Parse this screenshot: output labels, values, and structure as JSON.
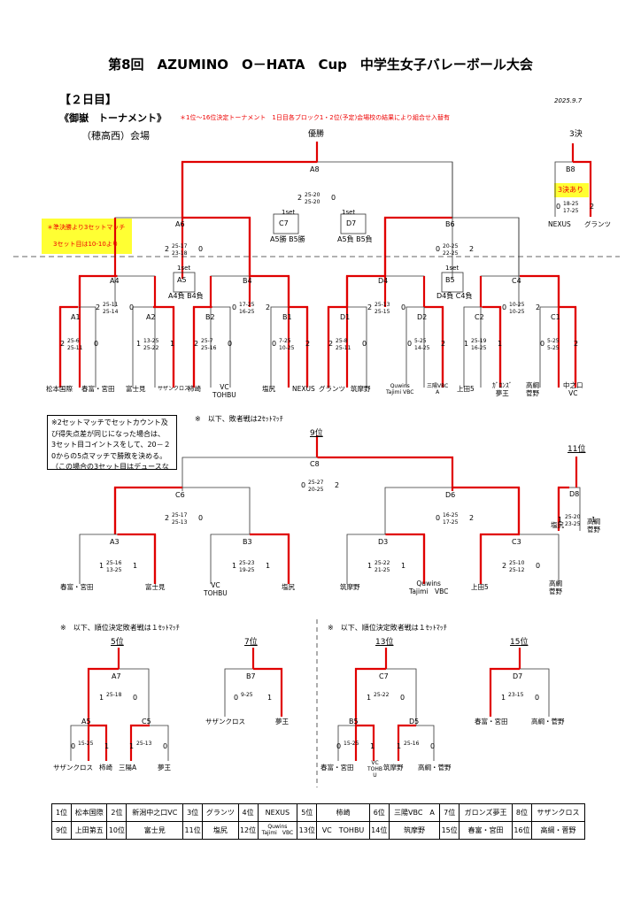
{
  "header": {
    "title": "第8回　AZUMINO　O－HATA　Cup　中学生女子バレーボール大会",
    "day": "【２日目】",
    "date": "2025.9.7",
    "section": "《御嶽　トーナメント》",
    "note": "＊1位～16位決定トーナメント　1日目各ブロック1・2位(予定)会場校の結果により組合せ入替有",
    "venue": "（穂高西）会場"
  },
  "yellow_note": {
    "line1": "＊準決勝より3セットマッチ",
    "line2": "3セット目は10-10より"
  },
  "explanation": "※2セットマッチでセットカウント及\nび得失点差が同じになった場合は、\n3セット目コイントスをして、20－２\n0からの5点マッチで勝敗を決める。\n（この場合の3セット目はデュースな",
  "labels": [
    {
      "id": "lbl-champ",
      "text": "優勝"
    },
    {
      "id": "lbl-3rd",
      "text": "3決"
    },
    {
      "id": "lbl-9th",
      "text": "9位"
    },
    {
      "id": "lbl-11th",
      "text": "11位"
    },
    {
      "id": "lbl-5th",
      "text": "5位"
    },
    {
      "id": "lbl-7th",
      "text": "7位"
    },
    {
      "id": "lbl-13th",
      "text": "13位"
    },
    {
      "id": "lbl-15th",
      "text": "15位"
    },
    {
      "id": "lbl-loser2",
      "text": "※　以下、敗者戦は2ｾｯﾄﾏｯﾁ"
    },
    {
      "id": "lbl-rank1",
      "text": "※　以下、順位決定敗者戦は１ｾｯﾄﾏｯﾁ"
    },
    {
      "id": "lbl-rank2",
      "text": "※　以下、順位決定敗者戦は１ｾｯﾄﾏｯﾁ"
    },
    {
      "id": "lbl-1set-a",
      "text": "1set"
    },
    {
      "id": "lbl-1set-b",
      "text": "1set"
    },
    {
      "id": "lbl-1set-c",
      "text": "1set"
    },
    {
      "id": "lbl-1set-d",
      "text": "1set"
    },
    {
      "id": "lbl-b8flag",
      "text": "3決あり"
    }
  ],
  "matches": [
    {
      "id": "A8",
      "label": "A8",
      "left": "2",
      "right": "0",
      "scores": [
        "25-20",
        "25-20"
      ]
    },
    {
      "id": "B8",
      "label": "B8",
      "left": "0",
      "right": "2",
      "scores": [
        "18-25",
        "17-25"
      ]
    },
    {
      "id": "C7",
      "label": "C7",
      "sub": "A5勝 B5勝"
    },
    {
      "id": "D7",
      "label": "D7",
      "sub": "A5負 B5負"
    },
    {
      "id": "A6",
      "label": "A6",
      "left": "2",
      "right": "0",
      "scores": [
        "25-17",
        "23-18"
      ]
    },
    {
      "id": "B6",
      "label": "B6",
      "left": "0",
      "right": "2",
      "scores": [
        "20-25",
        "22-25"
      ]
    },
    {
      "id": "A5",
      "label": "A5",
      "sub": "A4負 B4負"
    },
    {
      "id": "B5",
      "label": "B5",
      "sub": "D4負 C4負"
    },
    {
      "id": "A4",
      "label": "A4",
      "left": "2",
      "right": "0",
      "scores": [
        "25-11",
        "25-14"
      ]
    },
    {
      "id": "B4",
      "label": "B4",
      "left": "0",
      "right": "2",
      "scores": [
        "17-25",
        "16-25"
      ]
    },
    {
      "id": "D4",
      "label": "D4",
      "left": "2",
      "right": "0",
      "scores": [
        "25-13",
        "25-15"
      ]
    },
    {
      "id": "C4",
      "label": "C4",
      "left": "0",
      "right": "2",
      "scores": [
        "10-25",
        "10-25"
      ]
    },
    {
      "id": "A1",
      "label": "A1",
      "left": "2",
      "right": "0",
      "scores": [
        "25-6",
        "25-11"
      ]
    },
    {
      "id": "A2",
      "label": "A2",
      "left": "1",
      "right": "1",
      "scores": [
        "13-25",
        "25-22"
      ]
    },
    {
      "id": "B2",
      "label": "B2",
      "left": "2",
      "right": "0",
      "scores": [
        "25-7",
        "25-16"
      ]
    },
    {
      "id": "B1",
      "label": "B1",
      "left": "0",
      "right": "2",
      "scores": [
        "7-25",
        "10-25"
      ]
    },
    {
      "id": "D1",
      "label": "D1",
      "left": "2",
      "right": "0",
      "scores": [
        "25-8",
        "25-11"
      ]
    },
    {
      "id": "D2",
      "label": "D2",
      "left": "0",
      "right": "2",
      "scores": [
        "5-25",
        "14-25"
      ]
    },
    {
      "id": "C2",
      "label": "C2",
      "left": "1",
      "right": "1",
      "scores": [
        "25-19",
        "16-25"
      ]
    },
    {
      "id": "C1",
      "label": "C1",
      "left": "0",
      "right": "2",
      "scores": [
        "5-25",
        "5-25"
      ]
    },
    {
      "id": "C8",
      "label": "C8",
      "left": "0",
      "right": "2",
      "scores": [
        "25-27",
        "20-25"
      ]
    },
    {
      "id": "D8",
      "label": "D8",
      "left": "1",
      "right": "1",
      "scores": [
        "25-20",
        "23-25"
      ]
    },
    {
      "id": "C6",
      "label": "C6",
      "left": "2",
      "right": "0",
      "scores": [
        "25-17",
        "25-13"
      ]
    },
    {
      "id": "D6",
      "label": "D6",
      "left": "0",
      "right": "2",
      "scores": [
        "16-25",
        "17-25"
      ]
    },
    {
      "id": "A3",
      "label": "A3",
      "left": "1",
      "right": "1",
      "scores": [
        "25-16",
        "13-25"
      ]
    },
    {
      "id": "B3",
      "label": "B3",
      "left": "1",
      "right": "1",
      "scores": [
        "25-23",
        "19-25"
      ]
    },
    {
      "id": "D3",
      "label": "D3",
      "left": "1",
      "right": "1",
      "scores": [
        "25-22",
        "21-25"
      ]
    },
    {
      "id": "C3",
      "label": "C3",
      "left": "2",
      "right": "0",
      "scores": [
        "25-10",
        "25-12"
      ]
    },
    {
      "id": "A7",
      "label": "A7",
      "left": "1",
      "right": "0",
      "scores": [
        "25-18"
      ]
    },
    {
      "id": "B7",
      "label": "B7",
      "left": "0",
      "right": "1",
      "scores": [
        "9-25"
      ]
    },
    {
      "id": "C7b",
      "label": "C7",
      "left": "1",
      "right": "0",
      "scores": [
        "25-22"
      ]
    },
    {
      "id": "D7b",
      "label": "D7",
      "left": "1",
      "right": "0",
      "scores": [
        "23-15"
      ]
    },
    {
      "id": "A5b",
      "label": "A5",
      "left": "0",
      "right": "1",
      "scores": [
        "15-25"
      ]
    },
    {
      "id": "C5",
      "label": "C5",
      "left": "1",
      "right": "0",
      "scores": [
        "25-13"
      ]
    },
    {
      "id": "B5b",
      "label": "B5",
      "left": "0",
      "right": "1",
      "scores": [
        "15-25"
      ]
    },
    {
      "id": "D5",
      "label": "D5",
      "left": "1",
      "right": "0",
      "scores": [
        "25-16"
      ]
    }
  ],
  "teams": [
    {
      "id": "t1",
      "text": "松本国際"
    },
    {
      "id": "t2",
      "text": "春富・宮田"
    },
    {
      "id": "t3",
      "text": "富士見"
    },
    {
      "id": "t4",
      "text": "サザンクロス"
    },
    {
      "id": "t5",
      "text": "柿崎"
    },
    {
      "id": "t6",
      "text": "VC\nTOHBU"
    },
    {
      "id": "t7",
      "text": "塩尻"
    },
    {
      "id": "t8",
      "text": "NEXUS"
    },
    {
      "id": "t9",
      "text": "グランツ"
    },
    {
      "id": "t10",
      "text": "筑摩野"
    },
    {
      "id": "t11",
      "text": "Quwins\nTajimi VBC"
    },
    {
      "id": "t12",
      "text": "三陽VBC\nA"
    },
    {
      "id": "t13",
      "text": "上田5"
    },
    {
      "id": "t14",
      "text": "ｶﾞﾛﾝｽﾞ\n夢王"
    },
    {
      "id": "t15",
      "text": "高綱\n菅野"
    },
    {
      "id": "t16",
      "text": "中之口\nVC"
    },
    {
      "id": "t17",
      "text": "NEXUS"
    },
    {
      "id": "t18",
      "text": "グランツ"
    },
    {
      "id": "t19",
      "text": "春富・宮田"
    },
    {
      "id": "t20",
      "text": "富士見"
    },
    {
      "id": "t21",
      "text": "VC\nTOHBU"
    },
    {
      "id": "t22",
      "text": "塩尻"
    },
    {
      "id": "t23",
      "text": "筑摩野"
    },
    {
      "id": "t24",
      "text": "Quwins\nTajimi　VBC"
    },
    {
      "id": "t25",
      "text": "上田5"
    },
    {
      "id": "t26",
      "text": "高綱\n菅野"
    },
    {
      "id": "t27",
      "text": "塩尻"
    },
    {
      "id": "t28",
      "text": "高綱\n菅野"
    },
    {
      "id": "t29",
      "text": "サザンクロス"
    },
    {
      "id": "t30",
      "text": "柿崎"
    },
    {
      "id": "t31",
      "text": "三陽A"
    },
    {
      "id": "t32",
      "text": "夢王"
    },
    {
      "id": "t33",
      "text": "サザンクロス"
    },
    {
      "id": "t34",
      "text": "夢王"
    },
    {
      "id": "t35",
      "text": "春富・宮田"
    },
    {
      "id": "t36",
      "text": "VC\nTOHB\nU"
    },
    {
      "id": "t37",
      "text": "筑摩野"
    },
    {
      "id": "t38",
      "text": "高綱・菅野"
    },
    {
      "id": "t39",
      "text": "春富・宮田"
    },
    {
      "id": "t40",
      "text": "高綱・菅野"
    }
  ],
  "standings": [
    [
      {
        "pos": "1位",
        "team": "松本国際"
      },
      {
        "pos": "2位",
        "team": "新潟中之口VC"
      },
      {
        "pos": "3位",
        "team": "グランツ"
      },
      {
        "pos": "4位",
        "team": "NEXUS"
      },
      {
        "pos": "5位",
        "team": "柿崎"
      },
      {
        "pos": "6位",
        "team": "三陽VBC　A"
      },
      {
        "pos": "7位",
        "team": "ガロンズ夢王"
      },
      {
        "pos": "8位",
        "team": "サザンクロス"
      }
    ],
    [
      {
        "pos": "9位",
        "team": "上田第五"
      },
      {
        "pos": "10位",
        "team": "富士見"
      },
      {
        "pos": "11位",
        "team": "塩尻"
      },
      {
        "pos": "12位",
        "team": "Quwins\nTajimi　VBC"
      },
      {
        "pos": "13位",
        "team": "VC　TOHBU"
      },
      {
        "pos": "14位",
        "team": "筑摩野"
      },
      {
        "pos": "15位",
        "team": "春富・宮田"
      },
      {
        "pos": "16位",
        "team": "高綱・菅野"
      }
    ]
  ]
}
